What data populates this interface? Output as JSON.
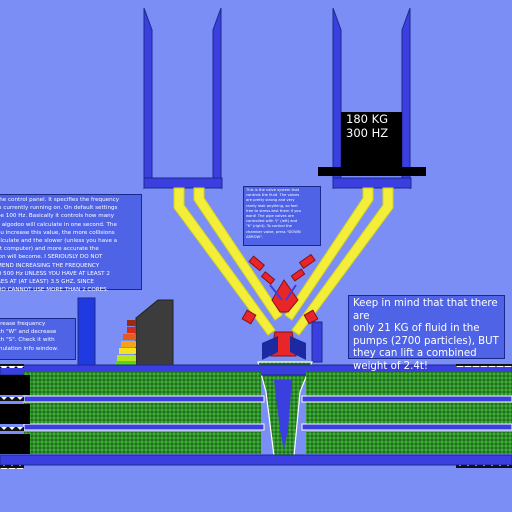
{
  "notes": {
    "control_panel": "the control panel. It specifies the frequency\nis currently running on. On default settings\nbe 100 Hz. Basically it controls how many\ns algodoo will calculate in one second. The\nou increase this value, the more collisions\nalculate and the slower (unless you have a\nst computer) and more accurate the\nion will become. I SERIOUSLY DO NOT\nMEND INCREASING THE FREQUENCY\nO 500 Hz UNLESS YOU HAVE AT LEAST 2\nRES AT (AT LEAST) 3.5 GHZ, SINCE\nOO CANNOT USE MORE THAN 2 CORES.",
    "valve": "This is the valve system that\ncontrols the fluid. The valves\nare pretty strong and very\nrarely leak anything, so feel\nfree to stress-test them if you\nwant! The pipe valves are\ncontrolled with \"J\" (left) and\n\"K\" (right). To control the\nchamber valve, press \"DOWN\nARROW\".",
    "frequency": "crease frequency\nith \"W\" and decrease\nith \"S\". Check it with\nmulation info window.",
    "fluid": "Keep in mind that that there are\nonly 21 KG of fluid in the\npumps (2700 particles), BUT\nthey can lift a combined\nweight of 2.4t!"
  },
  "mass": {
    "weight": "180 KG",
    "frequency": "300 HZ"
  },
  "colors": {
    "background": "#7a8ef5",
    "frame": "#3b3fe0",
    "pipe": "#f2ee3a",
    "fluid": "#2f8a2a",
    "weight": "#000000",
    "valve": "#e8262a"
  },
  "icons": {
    "meter": "frequency-meter-icon",
    "valve": "valve-icon"
  }
}
